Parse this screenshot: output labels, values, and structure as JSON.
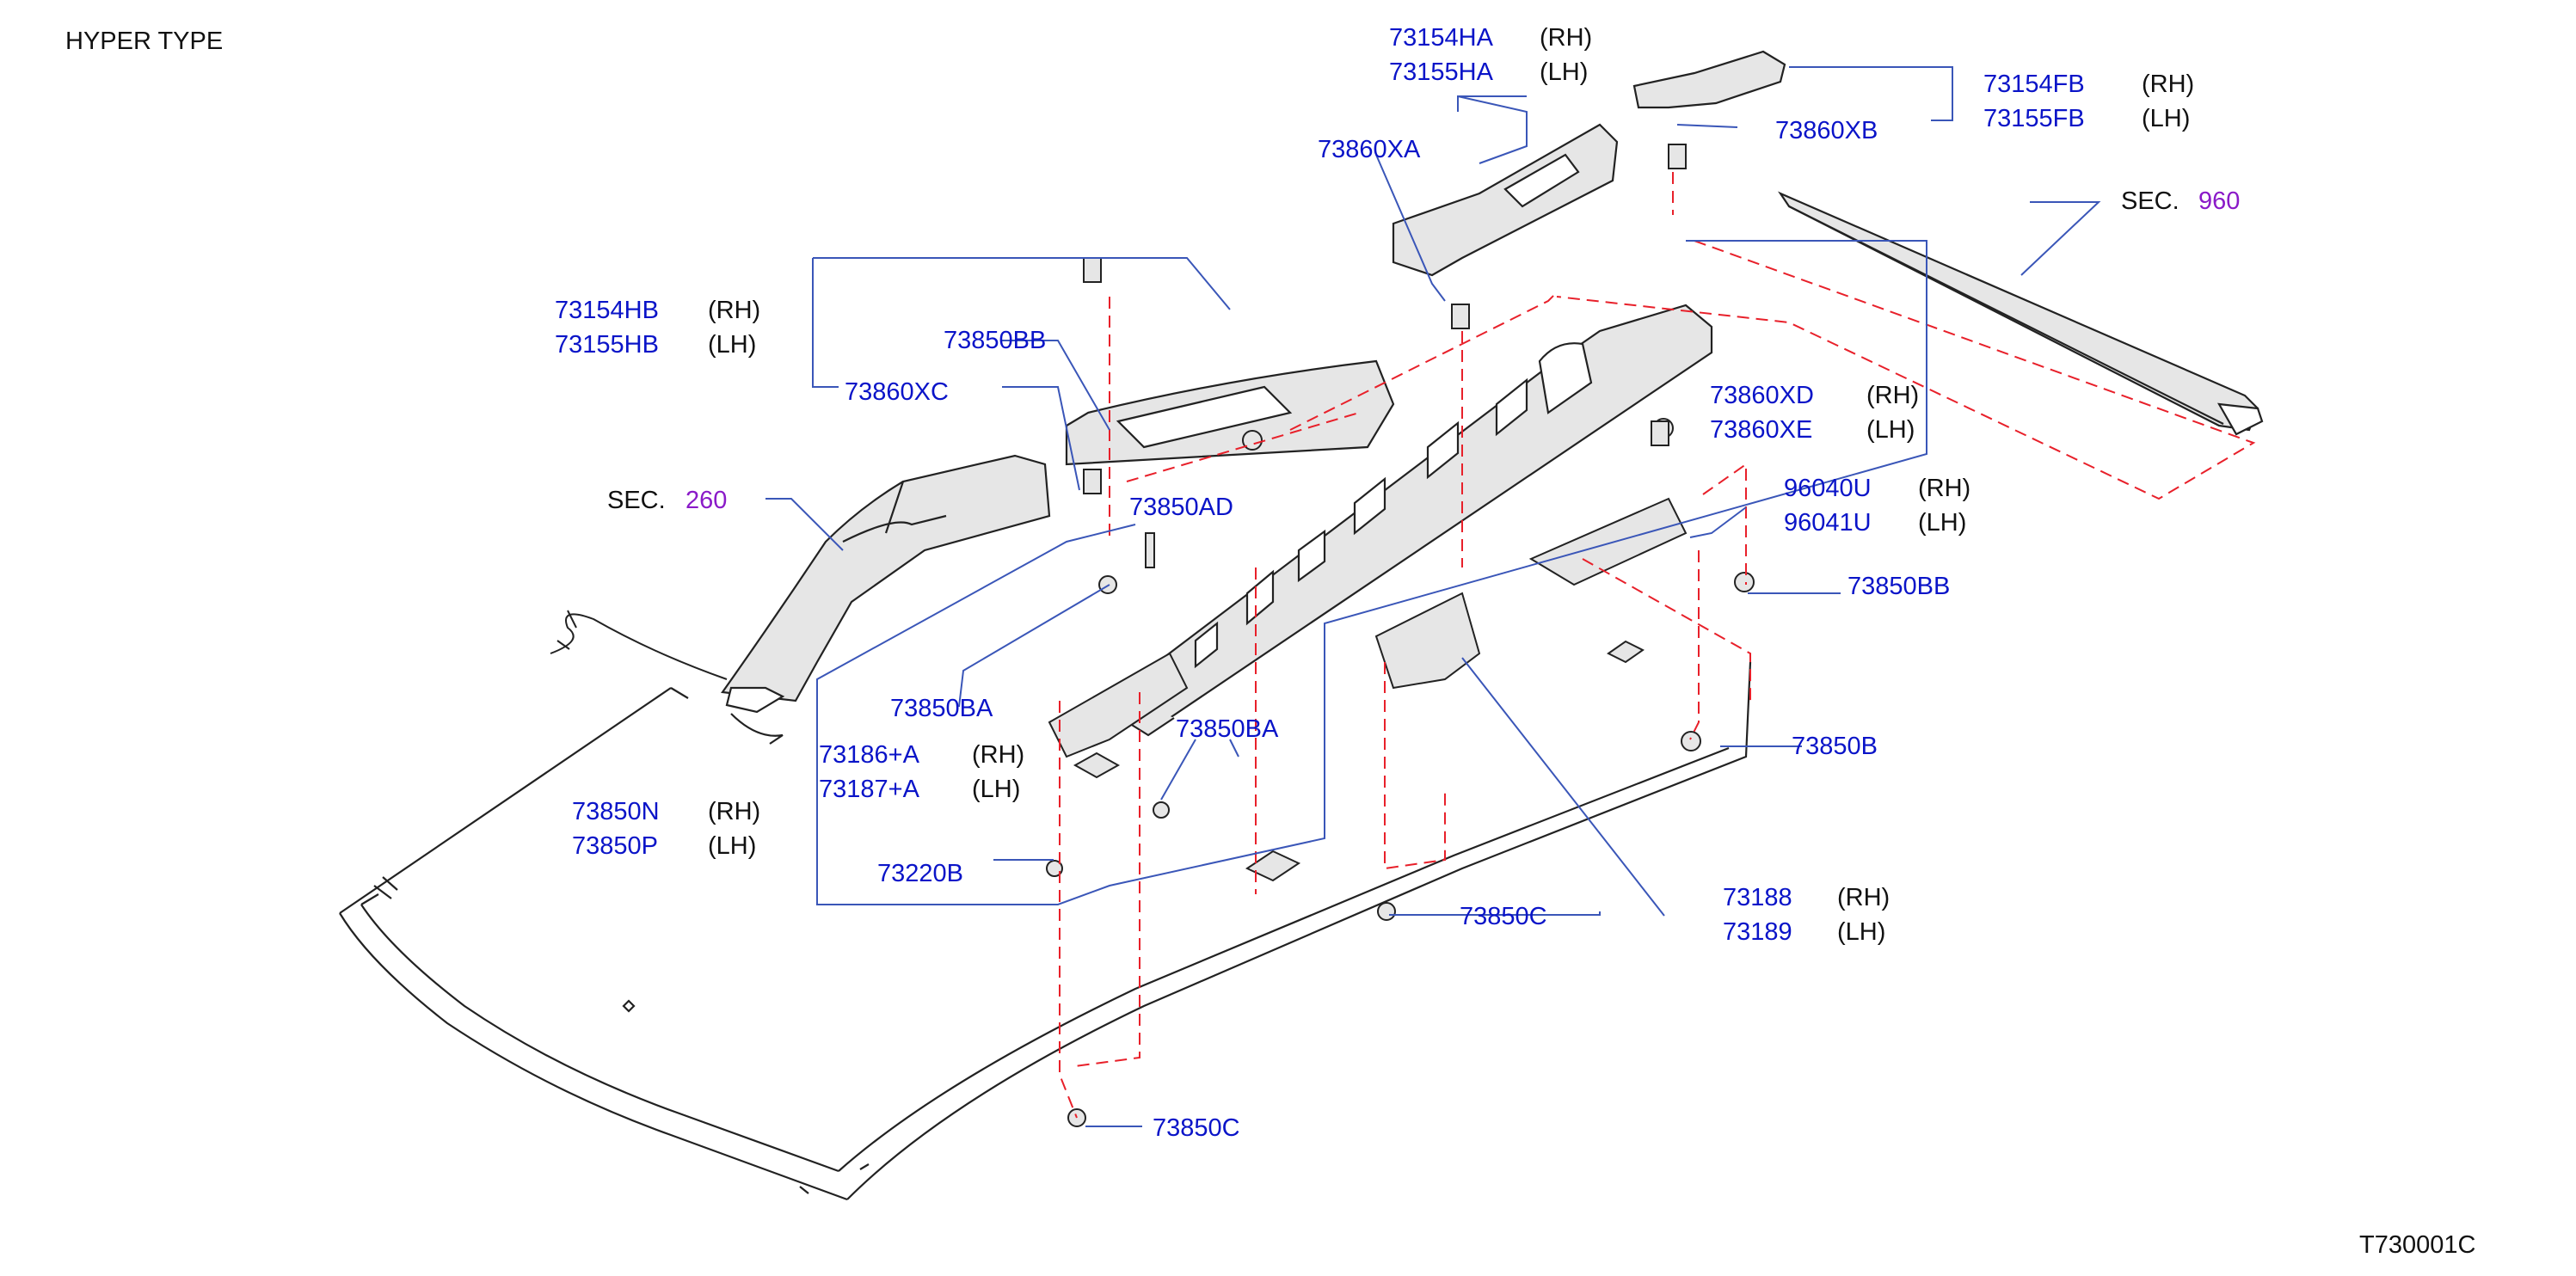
{
  "header": {
    "title": "HYPER   TYPE"
  },
  "footer": {
    "code": "T730001C"
  },
  "colors": {
    "part_number": "#0a14c8",
    "section_ref": "#8a1ac8",
    "leader": "#3a56b8",
    "hidden_line": "#e8202a",
    "outline": "#222222",
    "fill": "#e6e6e6"
  },
  "callouts": [
    {
      "id": "c1",
      "part": "73154HA",
      "side": "(RH)"
    },
    {
      "id": "c2",
      "part": "73155HA",
      "side": "(LH)"
    },
    {
      "id": "c3",
      "part": "73154FB",
      "side": "(RH)"
    },
    {
      "id": "c4",
      "part": "73155FB",
      "side": "(LH)"
    },
    {
      "id": "c5",
      "part": "73860XB",
      "side": ""
    },
    {
      "id": "c6",
      "part": "73860XA",
      "side": ""
    },
    {
      "id": "c7",
      "part": "73154HB",
      "side": "(RH)"
    },
    {
      "id": "c8",
      "part": "73155HB",
      "side": "(LH)"
    },
    {
      "id": "c9",
      "part": "73850BB",
      "side": ""
    },
    {
      "id": "c10",
      "part": "73860XC",
      "side": ""
    },
    {
      "id": "c11",
      "part": "73860XD",
      "side": "(RH)"
    },
    {
      "id": "c12",
      "part": "73860XE",
      "side": "(LH)"
    },
    {
      "id": "c13",
      "part": "73850AD",
      "side": ""
    },
    {
      "id": "c14",
      "part": "96040U",
      "side": "(RH)"
    },
    {
      "id": "c15",
      "part": "96041U",
      "side": "(LH)"
    },
    {
      "id": "c16",
      "part": "73850BB",
      "side": ""
    },
    {
      "id": "c17",
      "part": "73850BA",
      "side": ""
    },
    {
      "id": "c18",
      "part": "73850BA",
      "side": ""
    },
    {
      "id": "c19",
      "part": "73186+A",
      "side": "(RH)"
    },
    {
      "id": "c20",
      "part": "73187+A",
      "side": "(LH)"
    },
    {
      "id": "c21",
      "part": "73850B",
      "side": ""
    },
    {
      "id": "c22",
      "part": "73850N",
      "side": "(RH)"
    },
    {
      "id": "c23",
      "part": "73850P",
      "side": "(LH)"
    },
    {
      "id": "c24",
      "part": "73220B",
      "side": ""
    },
    {
      "id": "c25",
      "part": "73188",
      "side": "(RH)"
    },
    {
      "id": "c26",
      "part": "73189",
      "side": "(LH)"
    },
    {
      "id": "c27",
      "part": "73850C",
      "side": ""
    },
    {
      "id": "c28",
      "part": "73850C",
      "side": ""
    }
  ],
  "section_refs": [
    {
      "id": "s1",
      "label": "SEC.",
      "number": "960"
    },
    {
      "id": "s2",
      "label": "SEC.",
      "number": "260"
    }
  ]
}
